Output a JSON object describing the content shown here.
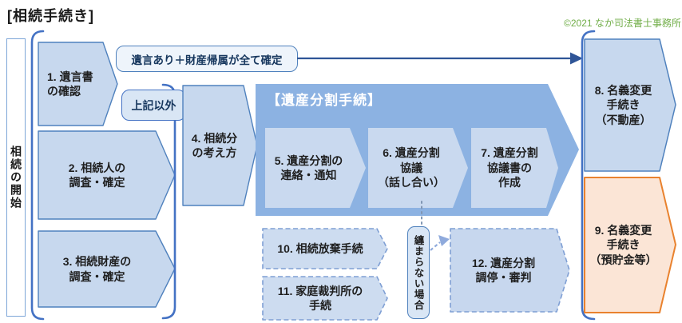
{
  "title": "[相続手続き]",
  "copyright": "©2021 なか司法書士事務所",
  "start_label": "相続の開始",
  "container_title": "【遺産分割手続】",
  "labels": {
    "will_exists": "遺言あり＋財産帰属が全て確定",
    "other": "上記以外",
    "unsettled": "纏まらない場合"
  },
  "steps": {
    "s1": "1. 遺言書\nの確認",
    "s2": "2. 相続人の\n調査・確定",
    "s3": "3. 相続財産の\n調査・確定",
    "s4": "4. 相続分\nの考え方",
    "s5": "5. 遺産分割の\n連絡・通知",
    "s6": "6. 遺産分割\n協議\n（話し合い）",
    "s7": "7. 遺産分割\n協議書の\n作成",
    "s8": "8. 名義変更\n手続き\n（不動産）",
    "s9": "9. 名義変更\n手続き\n（預貯金等）",
    "s10": "10. 相続放棄手続",
    "s11": "11. 家庭裁判所の\n手続",
    "s12": "12. 遺産分割\n調停・審判"
  },
  "colors": {
    "box_fill": "#C7D8EE",
    "box_border": "#4F81BD",
    "container_fill": "#8CB2E2",
    "inner_box_fill": "#C9D9EF",
    "dashed_border": "#7F9FD4",
    "orange_fill": "#FBE5D6",
    "orange_border": "#E9822E",
    "bracket_blue": "#4472C4",
    "arrow_blue": "#2F5597",
    "copyright_green": "#70AD47",
    "label_text": "#17375E"
  }
}
